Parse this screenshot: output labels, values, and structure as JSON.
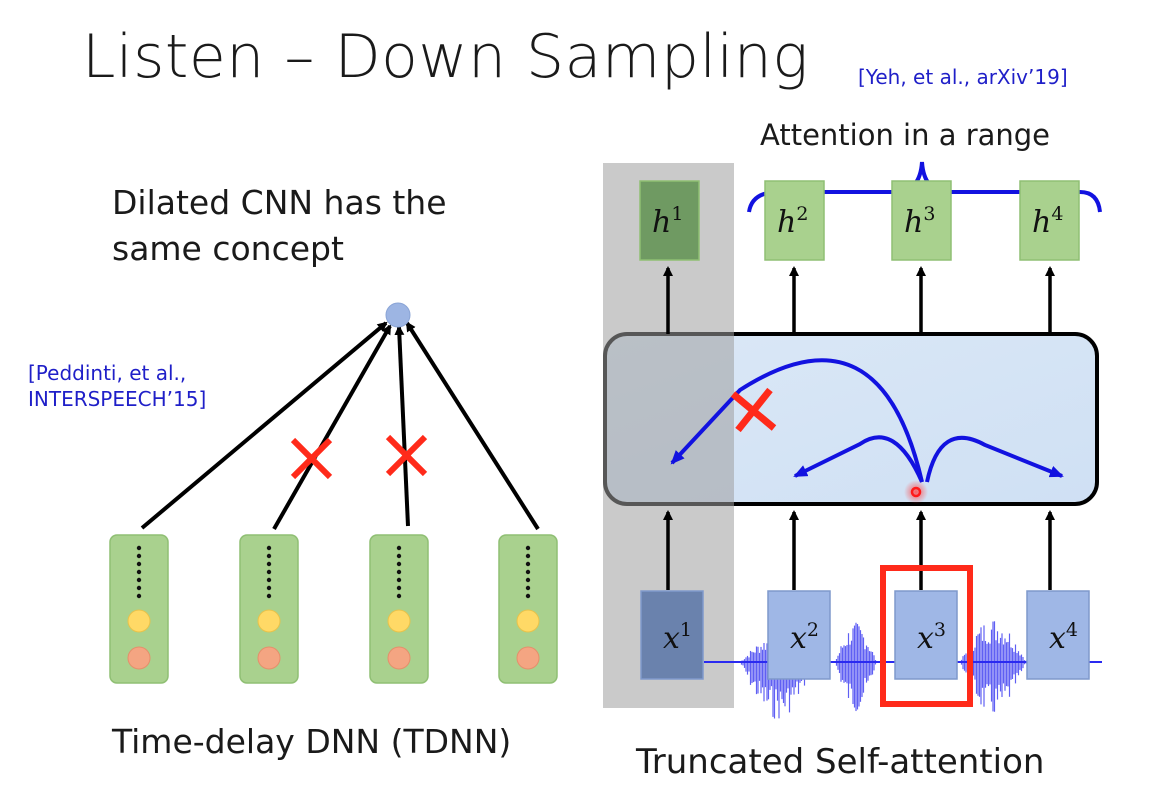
{
  "slide": {
    "title": "Listen – Down Sampling",
    "citation_top": "[Yeh, et al., arXiv’19]",
    "citation_left_line1": "[Peddinti, et al.,",
    "citation_left_line2": "INTERSPEECH’15]",
    "subtitle_line1": "Dilated CNN has the",
    "subtitle_line2": "same concept",
    "attention_label": "Attention in a range",
    "caption_left": "Time-delay DNN (TDNN)",
    "caption_right": "Truncated Self-attention"
  },
  "tdnn": {
    "columns": 4,
    "blocked_connections": [
      2,
      3
    ],
    "colors": {
      "column_fill": "#a9d18e",
      "output_node": "#9db5e3",
      "yellow_node": "#ffd966",
      "orange_node": "#f4a582",
      "cross": "#ff2a1a"
    }
  },
  "self_attention": {
    "outputs": [
      {
        "base": "h",
        "sup": "1",
        "masked": true
      },
      {
        "base": "h",
        "sup": "2",
        "masked": false
      },
      {
        "base": "h",
        "sup": "3",
        "masked": false
      },
      {
        "base": "h",
        "sup": "4",
        "masked": false
      }
    ],
    "inputs": [
      {
        "base": "x",
        "sup": "1",
        "masked": true
      },
      {
        "base": "x",
        "sup": "2",
        "masked": false
      },
      {
        "base": "x",
        "sup": "3",
        "masked": false,
        "highlighted": true
      },
      {
        "base": "x",
        "sup": "4",
        "masked": false
      }
    ],
    "colors": {
      "arrow": "#1212e0",
      "cross": "#ff2a1a",
      "highlight_box": "#ff2a1a",
      "mask": "#bdbdbd",
      "output_fill": "#a9d18e",
      "input_fill": "#9fb7e6",
      "waveform": "#2a2af0"
    }
  }
}
